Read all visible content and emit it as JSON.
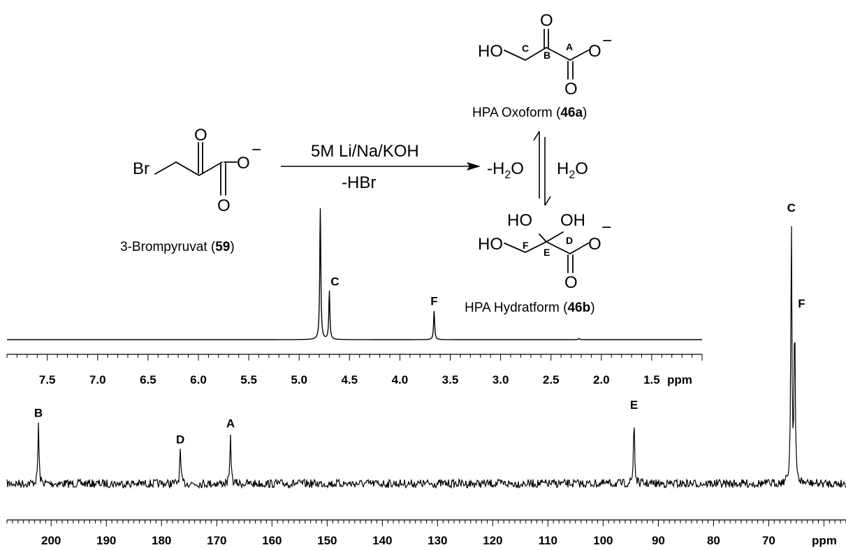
{
  "reaction": {
    "reactant": {
      "br": "Br",
      "o_top": "O",
      "o_right": "O",
      "o_bottom": "O",
      "charge": "−",
      "caption_pre": "3-Brompyruvat (",
      "caption_num": "59",
      "caption_post": ")"
    },
    "conditions": {
      "reagent": "5M Li/Na/KOH",
      "byproduct": "-HBr"
    },
    "oxoform": {
      "ho": "HO",
      "o_top": "O",
      "o_right": "O",
      "o_bottom": "O",
      "charge": "−",
      "label_c": "C",
      "label_b": "B",
      "label_a": "A",
      "caption_pre": "HPA Oxoform (",
      "caption_num": "46a",
      "caption_post": ")"
    },
    "equilibrium": {
      "left_pre": "-H",
      "left_sub": "2",
      "left_post": "O",
      "right_pre": "H",
      "right_sub": "2",
      "right_post": "O"
    },
    "hydratform": {
      "ho_left": "HO",
      "ho_top1": "HO",
      "oh_top2": "OH",
      "o_right": "O",
      "o_bottom": "O",
      "charge": "−",
      "label_f": "F",
      "label_e": "E",
      "label_d": "D",
      "caption_pre": "HPA Hydratform (",
      "caption_num": "46b",
      "caption_post": ")"
    }
  },
  "chart_data": [
    {
      "type": "line",
      "spectrum": "1H NMR",
      "xlabel": "ppm",
      "xlim": [
        7.9,
        1.0
      ],
      "ticks": [
        7.5,
        7.0,
        6.5,
        6.0,
        5.5,
        5.0,
        4.5,
        4.0,
        3.5,
        3.0,
        2.5,
        2.0,
        1.5
      ],
      "tick_labels": [
        "7.5",
        "7.0",
        "6.5",
        "6.0",
        "5.5",
        "5.0",
        "4.5",
        "4.0",
        "3.5",
        "3.0",
        "2.5",
        "2.0",
        "1.5"
      ],
      "peaks": [
        {
          "ppm": 4.79,
          "intensity": 1.0,
          "label": ""
        },
        {
          "ppm": 4.7,
          "intensity": 0.37,
          "label": "C"
        },
        {
          "ppm": 3.66,
          "intensity": 0.22,
          "label": "F"
        },
        {
          "ppm": 2.22,
          "intensity": 0.01,
          "label": ""
        }
      ]
    },
    {
      "type": "line",
      "spectrum": "13C NMR",
      "xlabel": "ppm",
      "xlim": [
        208,
        56
      ],
      "ticks": [
        200,
        190,
        180,
        170,
        160,
        150,
        140,
        130,
        120,
        110,
        100,
        90,
        80,
        70
      ],
      "tick_labels": [
        "200",
        "190",
        "180",
        "170",
        "160",
        "150",
        "140",
        "130",
        "120",
        "110",
        "100",
        "90",
        "80",
        "70"
      ],
      "peaks": [
        {
          "ppm": 202.3,
          "intensity": 0.23,
          "label": "B"
        },
        {
          "ppm": 176.6,
          "intensity": 0.13,
          "label": "D"
        },
        {
          "ppm": 167.5,
          "intensity": 0.19,
          "label": "A"
        },
        {
          "ppm": 94.4,
          "intensity": 0.26,
          "label": "E"
        },
        {
          "ppm": 65.9,
          "intensity": 1.0,
          "label": "C"
        },
        {
          "ppm": 65.3,
          "intensity": 0.64,
          "label": "F"
        }
      ]
    }
  ]
}
